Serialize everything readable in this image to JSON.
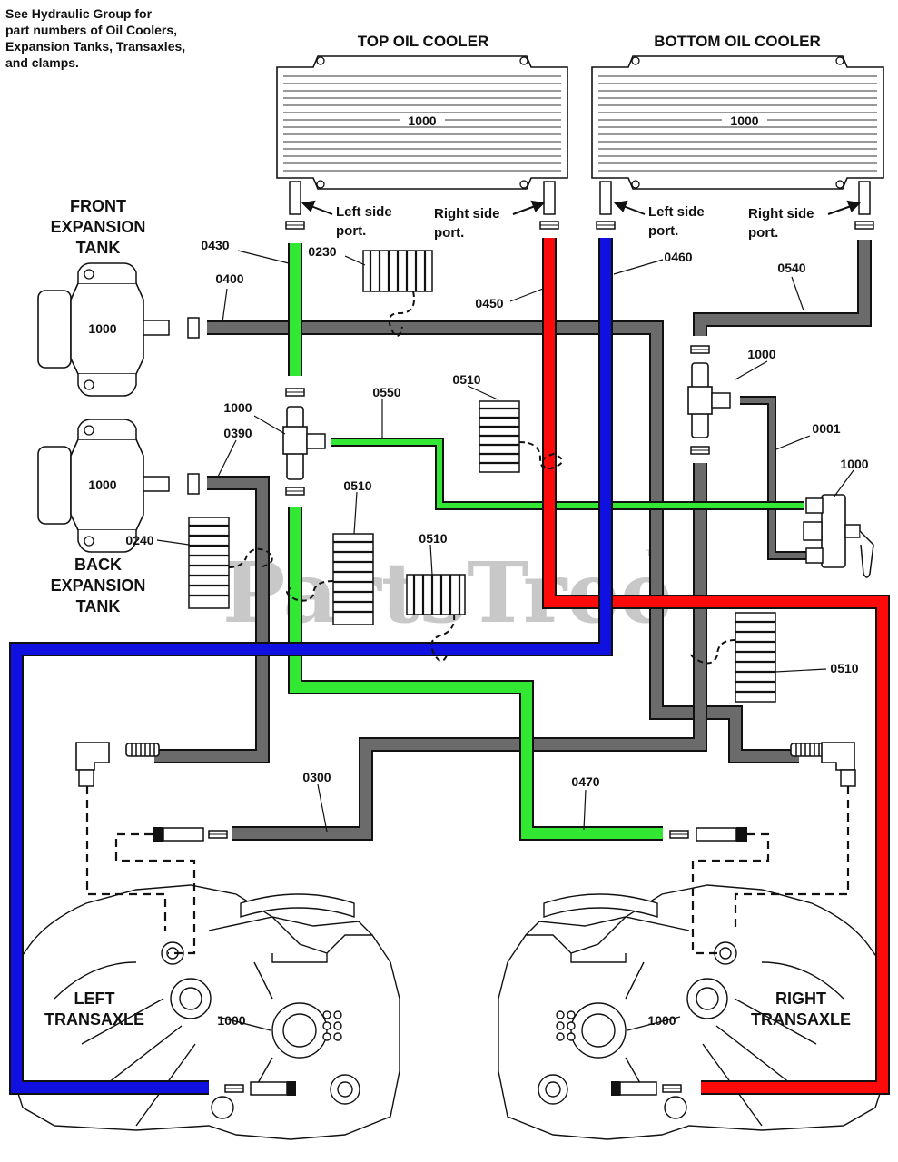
{
  "note": "See Hydraulic Group for\npart numbers of Oil Coolers,\nExpansion Tanks, Transaxles,\nand clamps.",
  "watermark": "PartsTree",
  "watermark_tm": "TM",
  "titles": {
    "top_cooler": "TOP OIL COOLER",
    "bottom_cooler": "BOTTOM OIL COOLER",
    "front_tank_1": "FRONT",
    "front_tank_2": "EXPANSION",
    "front_tank_3": "TANK",
    "back_tank_1": "BACK",
    "back_tank_2": "EXPANSION",
    "back_tank_3": "TANK",
    "left_transaxle_1": "LEFT",
    "left_transaxle_2": "TRANSAXLE",
    "right_transaxle_1": "RIGHT",
    "right_transaxle_2": "TRANSAXLE"
  },
  "ports": {
    "left_side_1": "Left side",
    "left_side_2": "port.",
    "right_side_1": "Right side",
    "right_side_2": "port."
  },
  "parts": {
    "p1000": "1000",
    "p0430": "0430",
    "p0230": "0230",
    "p0400": "0400",
    "p0450": "0450",
    "p0460": "0460",
    "p0540": "0540",
    "p0550": "0550",
    "p0510": "0510",
    "p0390": "0390",
    "p0001": "0001",
    "p0240": "0240",
    "p0300": "0300",
    "p0470": "0470"
  },
  "colors": {
    "gray_hose": "#6b6b6b",
    "green_hose": "#33e833",
    "red_hose": "#ff0a0a",
    "blue_hose": "#1010e0",
    "outline": "#111111",
    "watermark": "#c8c8c8"
  }
}
